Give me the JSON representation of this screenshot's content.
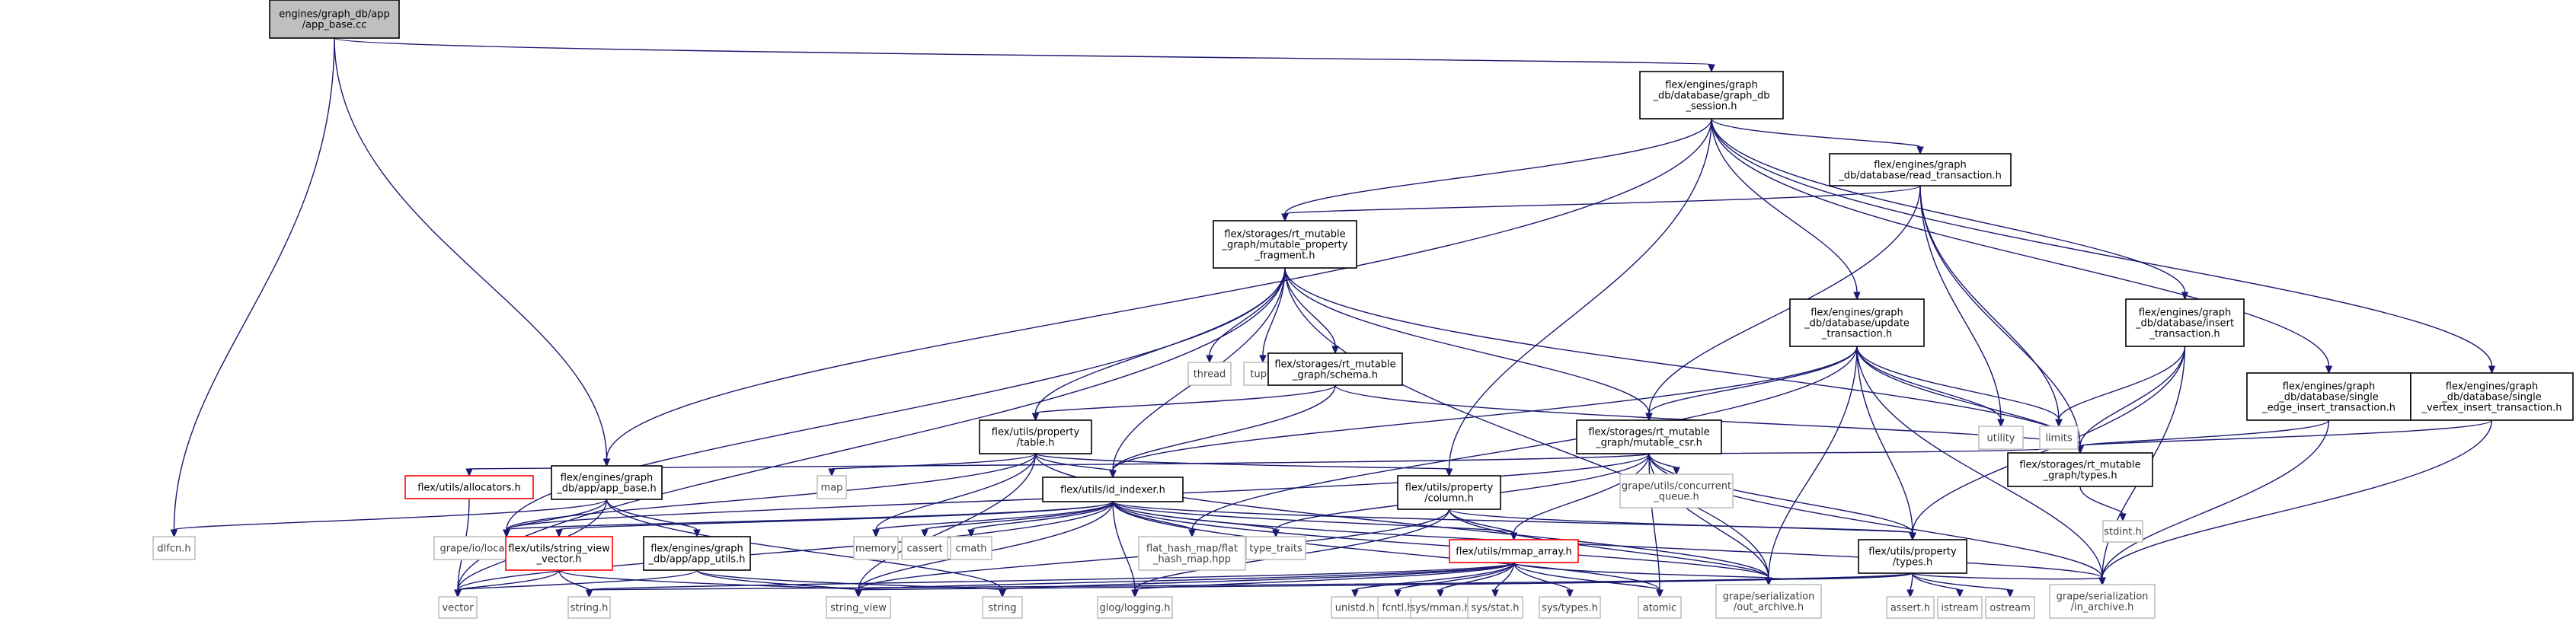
{
  "title": "engines/graph_db/app/app_base.cc include dependency graph",
  "colors": {
    "edge": "#191970",
    "root_fill": "#bfbfbf",
    "file_border": "#000000",
    "system_border": "#bfbfbf",
    "truncated_border": "#ff0000",
    "system_text": "#404040"
  },
  "nodes": [
    {
      "id": "root",
      "kind": "root",
      "lines": [
        "engines/graph_db/app",
        "/app_base.cc"
      ]
    },
    {
      "id": "session",
      "kind": "file",
      "lines": [
        "flex/engines/graph",
        "_db/database/graph_db",
        "_session.h"
      ]
    },
    {
      "id": "read_tx",
      "kind": "file",
      "lines": [
        "flex/engines/graph",
        "_db/database/read_transaction.h"
      ]
    },
    {
      "id": "mpf",
      "kind": "file",
      "lines": [
        "flex/storages/rt_mutable",
        "_graph/mutable_property",
        "_fragment.h"
      ]
    },
    {
      "id": "update_tx",
      "kind": "file",
      "lines": [
        "flex/engines/graph",
        "_db/database/update",
        "_transaction.h"
      ]
    },
    {
      "id": "insert_tx",
      "kind": "file",
      "lines": [
        "flex/engines/graph",
        "_db/database/insert",
        "_transaction.h"
      ]
    },
    {
      "id": "edge_tx",
      "kind": "file",
      "lines": [
        "flex/engines/graph",
        "_db/database/single",
        "_edge_insert_transaction.h"
      ]
    },
    {
      "id": "vertex_tx",
      "kind": "file",
      "lines": [
        "flex/engines/graph",
        "_db/database/single",
        "_vertex_insert_transaction.h"
      ]
    },
    {
      "id": "thread",
      "kind": "system",
      "lines": [
        "thread"
      ]
    },
    {
      "id": "tuple",
      "kind": "system",
      "lines": [
        "tuple"
      ]
    },
    {
      "id": "schema",
      "kind": "file",
      "lines": [
        "flex/storages/rt_mutable",
        "_graph/schema.h"
      ]
    },
    {
      "id": "utility",
      "kind": "system",
      "lines": [
        "utility"
      ]
    },
    {
      "id": "limits",
      "kind": "system",
      "lines": [
        "limits"
      ]
    },
    {
      "id": "ptable",
      "kind": "file",
      "lines": [
        "flex/utils/property",
        "/table.h"
      ]
    },
    {
      "id": "csr",
      "kind": "file",
      "lines": [
        "flex/storages/rt_mutable",
        "_graph/mutable_csr.h"
      ]
    },
    {
      "id": "types_h",
      "kind": "file",
      "lines": [
        "flex/storages/rt_mutable",
        "_graph/types.h"
      ]
    },
    {
      "id": "allocators",
      "kind": "truncated",
      "lines": [
        "flex/utils/allocators.h"
      ]
    },
    {
      "id": "app_base_h",
      "kind": "file",
      "lines": [
        "flex/engines/graph",
        "_db/app/app_base.h"
      ]
    },
    {
      "id": "map",
      "kind": "system",
      "lines": [
        "map"
      ]
    },
    {
      "id": "id_indexer",
      "kind": "file",
      "lines": [
        "flex/utils/id_indexer.h"
      ]
    },
    {
      "id": "column",
      "kind": "file",
      "lines": [
        "flex/utils/property",
        "/column.h"
      ]
    },
    {
      "id": "concurrent",
      "kind": "system",
      "lines": [
        "grape/utils/concurrent",
        "_queue.h"
      ]
    },
    {
      "id": "stdint",
      "kind": "system",
      "lines": [
        "stdint.h"
      ]
    },
    {
      "id": "dlfcn",
      "kind": "system",
      "lines": [
        "dlfcn.h"
      ]
    },
    {
      "id": "local_io",
      "kind": "system",
      "lines": [
        "grape/io/local_io_adaptor.h"
      ]
    },
    {
      "id": "string_view_vector",
      "kind": "truncated",
      "lines": [
        "flex/utils/string_view",
        "_vector.h"
      ]
    },
    {
      "id": "app_utils",
      "kind": "file",
      "lines": [
        "flex/engines/graph",
        "_db/app/app_utils.h"
      ]
    },
    {
      "id": "memory",
      "kind": "system",
      "lines": [
        "memory"
      ]
    },
    {
      "id": "cassert",
      "kind": "system",
      "lines": [
        "cassert"
      ]
    },
    {
      "id": "cmath",
      "kind": "system",
      "lines": [
        "cmath"
      ]
    },
    {
      "id": "flat_hash",
      "kind": "system",
      "lines": [
        "flat_hash_map/flat",
        "_hash_map.hpp"
      ]
    },
    {
      "id": "type_traits",
      "kind": "system",
      "lines": [
        "type_traits"
      ]
    },
    {
      "id": "mmap",
      "kind": "truncated",
      "lines": [
        "flex/utils/mmap_array.h"
      ]
    },
    {
      "id": "ptypes",
      "kind": "file",
      "lines": [
        "flex/utils/property",
        "/types.h"
      ]
    },
    {
      "id": "vector",
      "kind": "system",
      "lines": [
        "vector"
      ]
    },
    {
      "id": "string_h",
      "kind": "system",
      "lines": [
        "string.h"
      ]
    },
    {
      "id": "string_view",
      "kind": "system",
      "lines": [
        "string_view"
      ]
    },
    {
      "id": "string",
      "kind": "system",
      "lines": [
        "string"
      ]
    },
    {
      "id": "glog",
      "kind": "system",
      "lines": [
        "glog/logging.h"
      ]
    },
    {
      "id": "unistd",
      "kind": "system",
      "lines": [
        "unistd.h"
      ]
    },
    {
      "id": "fcntl",
      "kind": "system",
      "lines": [
        "fcntl.h"
      ]
    },
    {
      "id": "sysmman",
      "kind": "system",
      "lines": [
        "sys/mman.h"
      ]
    },
    {
      "id": "sysstat",
      "kind": "system",
      "lines": [
        "sys/stat.h"
      ]
    },
    {
      "id": "systypes",
      "kind": "system",
      "lines": [
        "sys/types.h"
      ]
    },
    {
      "id": "atomic",
      "kind": "system",
      "lines": [
        "atomic"
      ]
    },
    {
      "id": "out_archive",
      "kind": "system",
      "lines": [
        "grape/serialization",
        "/out_archive.h"
      ]
    },
    {
      "id": "asserth",
      "kind": "system",
      "lines": [
        "assert.h"
      ]
    },
    {
      "id": "istream",
      "kind": "system",
      "lines": [
        "istream"
      ]
    },
    {
      "id": "ostream",
      "kind": "system",
      "lines": [
        "ostream"
      ]
    },
    {
      "id": "in_archive",
      "kind": "system",
      "lines": [
        "grape/serialization",
        "/in_archive.h"
      ]
    }
  ],
  "edges": [
    [
      "root",
      "session"
    ],
    [
      "root",
      "app_base_h"
    ],
    [
      "root",
      "dlfcn"
    ],
    [
      "session",
      "mpf"
    ],
    [
      "session",
      "read_tx"
    ],
    [
      "session",
      "update_tx"
    ],
    [
      "session",
      "insert_tx"
    ],
    [
      "session",
      "edge_tx"
    ],
    [
      "session",
      "vertex_tx"
    ],
    [
      "session",
      "app_base_h"
    ],
    [
      "session",
      "column"
    ],
    [
      "read_tx",
      "mpf"
    ],
    [
      "read_tx",
      "csr"
    ],
    [
      "read_tx",
      "types_h"
    ],
    [
      "read_tx",
      "utility"
    ],
    [
      "read_tx",
      "limits"
    ],
    [
      "mpf",
      "thread"
    ],
    [
      "mpf",
      "tuple"
    ],
    [
      "mpf",
      "schema"
    ],
    [
      "mpf",
      "ptable"
    ],
    [
      "mpf",
      "csr"
    ],
    [
      "mpf",
      "id_indexer"
    ],
    [
      "mpf",
      "types_h"
    ],
    [
      "mpf",
      "local_io"
    ],
    [
      "mpf",
      "out_archive"
    ],
    [
      "mpf",
      "vector"
    ],
    [
      "update_tx",
      "csr"
    ],
    [
      "update_tx",
      "id_indexer"
    ],
    [
      "update_tx",
      "flat_hash"
    ],
    [
      "update_tx",
      "types_h"
    ],
    [
      "update_tx",
      "utility"
    ],
    [
      "update_tx",
      "limits"
    ],
    [
      "update_tx",
      "ptypes"
    ],
    [
      "update_tx",
      "in_archive"
    ],
    [
      "update_tx",
      "out_archive"
    ],
    [
      "insert_tx",
      "types_h"
    ],
    [
      "insert_tx",
      "limits"
    ],
    [
      "insert_tx",
      "ptypes"
    ],
    [
      "insert_tx",
      "in_archive"
    ],
    [
      "edge_tx",
      "types_h"
    ],
    [
      "edge_tx",
      "in_archive"
    ],
    [
      "vertex_tx",
      "types_h"
    ],
    [
      "vertex_tx",
      "in_archive"
    ],
    [
      "schema",
      "ptable"
    ],
    [
      "schema",
      "id_indexer"
    ],
    [
      "schema",
      "types_h"
    ],
    [
      "ptable",
      "id_indexer"
    ],
    [
      "ptable",
      "column"
    ],
    [
      "ptable",
      "map"
    ],
    [
      "ptable",
      "memory"
    ],
    [
      "ptable",
      "string_view"
    ],
    [
      "ptable",
      "out_archive"
    ],
    [
      "ptable",
      "local_io"
    ],
    [
      "csr",
      "allocators"
    ],
    [
      "csr",
      "mmap"
    ],
    [
      "csr",
      "types_h"
    ],
    [
      "csr",
      "concurrent"
    ],
    [
      "csr",
      "type_traits"
    ],
    [
      "csr",
      "atomic"
    ],
    [
      "csr",
      "ptypes"
    ],
    [
      "csr",
      "in_archive"
    ],
    [
      "csr",
      "out_archive"
    ],
    [
      "csr",
      "local_io"
    ],
    [
      "types_h",
      "stdint"
    ],
    [
      "allocators",
      "vector"
    ],
    [
      "app_base_h",
      "dlfcn"
    ],
    [
      "app_base_h",
      "app_utils"
    ],
    [
      "app_base_h",
      "vector"
    ],
    [
      "app_base_h",
      "string"
    ],
    [
      "app_base_h",
      "local_io"
    ],
    [
      "id_indexer",
      "local_io"
    ],
    [
      "id_indexer",
      "string_view_vector"
    ],
    [
      "id_indexer",
      "memory"
    ],
    [
      "id_indexer",
      "cassert"
    ],
    [
      "id_indexer",
      "cmath"
    ],
    [
      "id_indexer",
      "flat_hash"
    ],
    [
      "id_indexer",
      "type_traits"
    ],
    [
      "id_indexer",
      "mmap"
    ],
    [
      "id_indexer",
      "ptypes"
    ],
    [
      "id_indexer",
      "glog"
    ],
    [
      "id_indexer",
      "string_view"
    ],
    [
      "id_indexer",
      "vector"
    ],
    [
      "id_indexer",
      "atomic"
    ],
    [
      "id_indexer",
      "out_archive"
    ],
    [
      "id_indexer",
      "in_archive"
    ],
    [
      "column",
      "mmap"
    ],
    [
      "column",
      "ptypes"
    ],
    [
      "column",
      "string_view"
    ],
    [
      "column",
      "out_archive"
    ],
    [
      "column",
      "glog"
    ],
    [
      "string_view_vector",
      "vector"
    ],
    [
      "string_view_vector",
      "string_h"
    ],
    [
      "string_view_vector",
      "string_view"
    ],
    [
      "app_utils",
      "vector"
    ],
    [
      "app_utils",
      "string_view"
    ],
    [
      "app_utils",
      "string"
    ],
    [
      "mmap",
      "string_view"
    ],
    [
      "mmap",
      "string"
    ],
    [
      "mmap",
      "glog"
    ],
    [
      "mmap",
      "unistd"
    ],
    [
      "mmap",
      "fcntl"
    ],
    [
      "mmap",
      "sysmman"
    ],
    [
      "mmap",
      "sysstat"
    ],
    [
      "mmap",
      "systypes"
    ],
    [
      "mmap",
      "atomic"
    ],
    [
      "mmap",
      "string_h"
    ],
    [
      "mmap",
      "out_archive"
    ],
    [
      "ptypes",
      "string_view"
    ],
    [
      "ptypes",
      "asserth"
    ],
    [
      "ptypes",
      "istream"
    ],
    [
      "ptypes",
      "ostream"
    ],
    [
      "ptypes",
      "in_archive"
    ],
    [
      "ptypes",
      "out_archive"
    ],
    [
      "ptypes",
      "string_h"
    ]
  ]
}
